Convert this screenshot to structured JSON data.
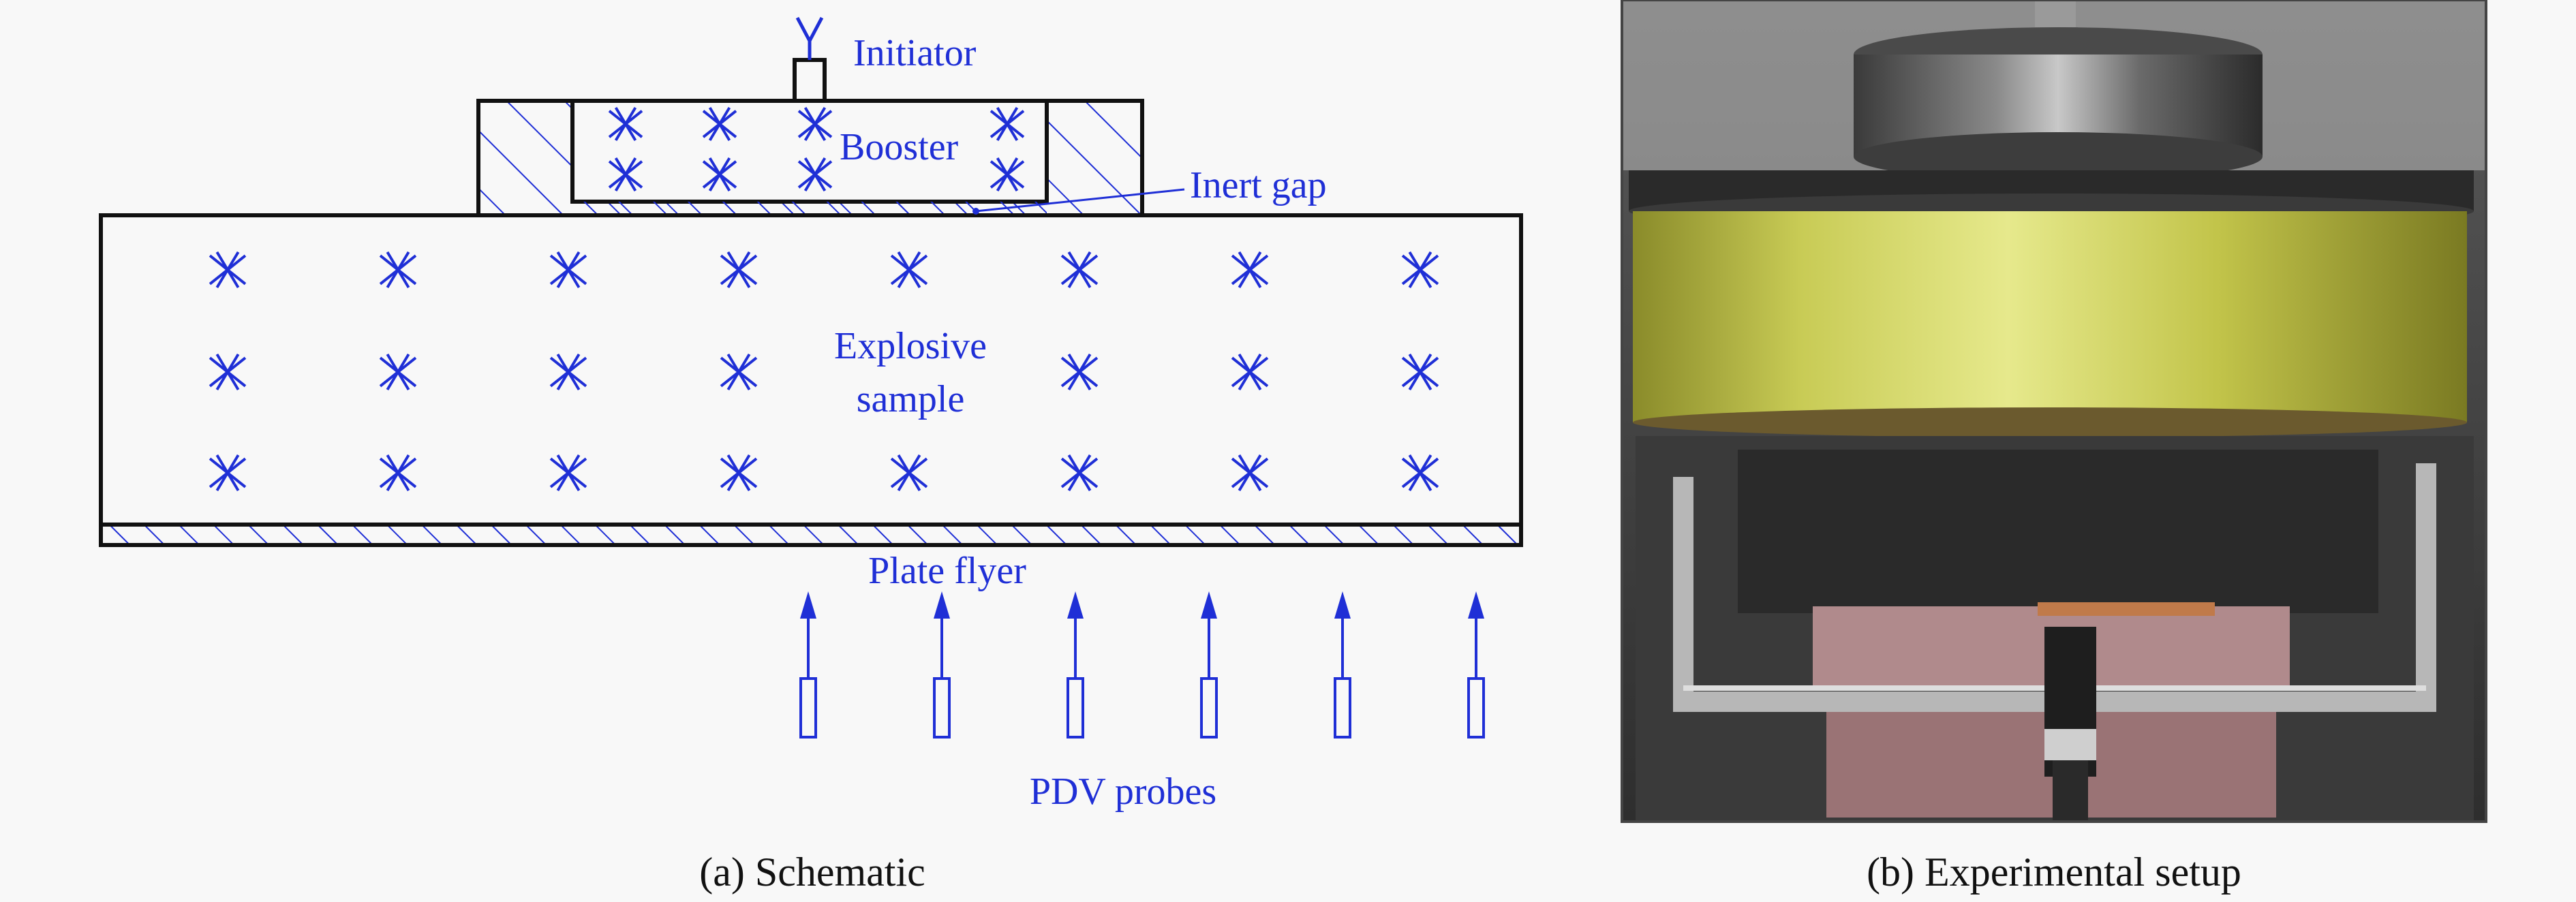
{
  "labels": {
    "initiator": "Initiator",
    "booster": "Booster",
    "inert_gap": "Inert gap",
    "explosive_line1": "Explosive",
    "explosive_line2": "sample",
    "plate_flyer": "Plate flyer",
    "pdv_probes": "PDV probes"
  },
  "captions": {
    "a": "(a) Schematic",
    "b": "(b) Experimental setup"
  },
  "colors": {
    "diagram_blue": "#1f2fd6",
    "outline": "#111111",
    "background": "#f8f8f8"
  },
  "explosive_grid": {
    "columns": 8,
    "rows": 3,
    "text_gap_at": {
      "row": 1,
      "col": 4
    }
  },
  "booster_marks": {
    "columns": 4,
    "rows": 2
  },
  "probes": {
    "count": 6
  }
}
